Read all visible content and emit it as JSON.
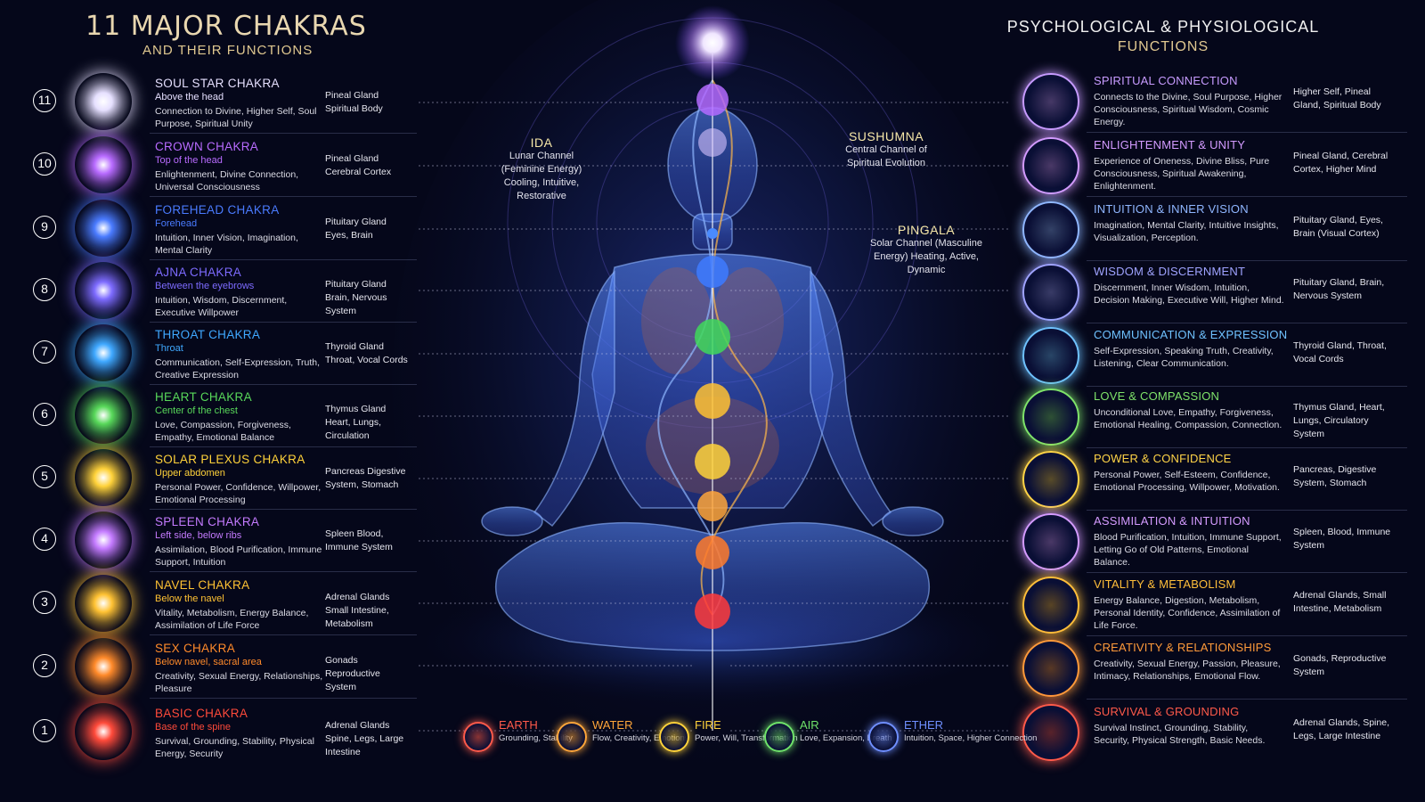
{
  "title": {
    "main": "11 MAJOR CHAKRAS",
    "sub": "AND THEIR FUNCTIONS"
  },
  "right_panel": {
    "title": "PSYCHOLOGICAL & PHYSIOLOGICAL",
    "subtitle": "FUNCTIONS"
  },
  "chakras": [
    {
      "num": "11",
      "name": "SOUL STAR CHAKRA",
      "location": "Above the head",
      "functions": "Connection to Divine, Higher Self, Soul Purpose, Spiritual Unity",
      "organs": "Pineal Gland Spiritual Body",
      "color": "#e6e0ff",
      "icon": "lotus-star-icon"
    },
    {
      "num": "10",
      "name": "CROWN CHAKRA",
      "location": "Top of the head",
      "functions": "Enlightenment, Divine Connection, Universal Consciousness",
      "organs": "Pineal Gland Cerebral Cortex",
      "color": "#b86bff",
      "icon": "crown-chakra-icon"
    },
    {
      "num": "9",
      "name": "FOREHEAD CHAKRA",
      "location": "Forehead",
      "functions": "Intuition, Inner Vision, Imagination, Mental Clarity",
      "organs": "Pituitary Gland Eyes, Brain",
      "color": "#4a7bff",
      "icon": "eye-chakra-icon"
    },
    {
      "num": "8",
      "name": "AJNA CHAKRA",
      "location": "Between the eyebrows",
      "functions": "Intuition, Wisdom, Discernment, Executive Willpower",
      "organs": "Pituitary Gland Brain, Nervous System",
      "color": "#7d6bff",
      "icon": "third-eye-icon"
    },
    {
      "num": "7",
      "name": "THROAT CHAKRA",
      "location": "Throat",
      "functions": "Communication, Self-Expression, Truth, Creative Expression",
      "organs": "Thyroid Gland Throat, Vocal Cords",
      "color": "#3fa8ff",
      "icon": "throat-chakra-icon"
    },
    {
      "num": "6",
      "name": "HEART CHAKRA",
      "location": "Center of the chest",
      "functions": "Love, Compassion, Forgiveness, Empathy, Emotional Balance",
      "organs": "Thymus Gland Heart, Lungs, Circulation",
      "color": "#58d85a",
      "icon": "heart-chakra-icon"
    },
    {
      "num": "5",
      "name": "SOLAR PLEXUS CHAKRA",
      "location": "Upper abdomen",
      "functions": "Personal Power, Confidence, Willpower, Emotional Processing",
      "organs": "Pancreas Digestive System, Stomach",
      "color": "#ffd23a",
      "icon": "solar-plexus-icon"
    },
    {
      "num": "4",
      "name": "SPLEEN CHAKRA",
      "location": "Left side, below ribs",
      "functions": "Assimilation, Blood Purification, Immune Support, Intuition",
      "organs": "Spleen Blood, Immune System",
      "color": "#c47bff",
      "icon": "spleen-chakra-icon"
    },
    {
      "num": "3",
      "name": "NAVEL CHAKRA",
      "location": "Below the navel",
      "functions": "Vitality, Metabolism, Energy Balance, Assimilation of Life Force",
      "organs": "Adrenal Glands Small Intestine, Metabolism",
      "color": "#ffc233",
      "icon": "navel-chakra-icon"
    },
    {
      "num": "2",
      "name": "SEX CHAKRA",
      "location": "Below navel, sacral area",
      "functions": "Creativity, Sexual Energy, Relationships, Pleasure",
      "organs": "Gonads Reproductive System",
      "color": "#ff8a2a",
      "icon": "sacral-chakra-icon"
    },
    {
      "num": "1",
      "name": "BASIC CHAKRA",
      "location": "Base of the spine",
      "functions": "Survival, Grounding, Stability, Physical Energy, Security",
      "organs": "Adrenal Glands Spine, Legs, Large Intestine",
      "color": "#ff4a3a",
      "icon": "root-chakra-icon"
    }
  ],
  "functions": [
    {
      "name": "SPIRITUAL CONNECTION",
      "desc": "Connects to the Divine, Soul Purpose, Higher Consciousness, Spiritual Wisdom, Cosmic Energy.",
      "organs": "Higher Self, Pineal Gland, Spiritual Body",
      "color": "#c79bff",
      "icon": "meditating-figure-icon"
    },
    {
      "name": "ENLIGHTENMENT & UNITY",
      "desc": "Experience of Oneness, Divine Bliss, Pure Consciousness, Spiritual Awakening, Enlightenment.",
      "organs": "Pineal Gland, Cerebral Cortex, Higher Mind",
      "color": "#d39bff",
      "icon": "lotus-icon"
    },
    {
      "name": "INTUITION & INNER VISION",
      "desc": "Imagination, Mental Clarity, Intuitive Insights, Visualization, Perception.",
      "organs": "Pituitary Gland, Eyes, Brain (Visual Cortex)",
      "color": "#8fb6ff",
      "icon": "eye-icon"
    },
    {
      "name": "WISDOM & DISCERNMENT",
      "desc": "Discernment, Inner Wisdom, Intuition, Decision Making, Executive Will, Higher Mind.",
      "organs": "Pituitary Gland, Brain, Nervous System",
      "color": "#9fa3ff",
      "icon": "seated-figure-icon"
    },
    {
      "name": "COMMUNICATION & EXPRESSION",
      "desc": "Self-Expression, Speaking Truth, Creativity, Listening, Clear Communication.",
      "organs": "Thyroid Gland, Throat, Vocal Cords",
      "color": "#6fc2ff",
      "icon": "head-profile-icon"
    },
    {
      "name": "LOVE & COMPASSION",
      "desc": "Unconditional Love, Empathy, Forgiveness, Emotional Healing, Compassion, Connection.",
      "organs": "Thymus Gland, Heart, Lungs, Circulatory System",
      "color": "#7fe36a",
      "icon": "heart-icon"
    },
    {
      "name": "POWER & CONFIDENCE",
      "desc": "Personal Power, Self-Esteem, Confidence, Emotional Processing, Willpower, Motivation.",
      "organs": "Pancreas, Digestive System, Stomach",
      "color": "#ffd447",
      "icon": "sun-icon"
    },
    {
      "name": "ASSIMILATION & INTUITION",
      "desc": "Blood Purification, Intuition, Immune Support, Letting Go of Old Patterns, Emotional Balance.",
      "organs": "Spleen, Blood, Immune System",
      "color": "#d49bff",
      "icon": "drop-icon"
    },
    {
      "name": "VITALITY & METABOLISM",
      "desc": "Energy Balance, Digestion, Metabolism, Personal Identity, Confidence, Assimilation of Life Force.",
      "organs": "Adrenal Glands, Small Intestine, Metabolism",
      "color": "#ffbe3a",
      "icon": "spiral-icon"
    },
    {
      "name": "CREATIVITY & RELATIONSHIPS",
      "desc": "Creativity, Sexual Energy, Passion, Pleasure, Intimacy, Relationships, Emotional Flow.",
      "organs": "Gonads, Reproductive System",
      "color": "#ff9a3a",
      "icon": "circles-icon"
    },
    {
      "name": "SURVIVAL & GROUNDING",
      "desc": "Survival Instinct, Grounding, Stability, Security, Physical Strength, Basic Needs.",
      "organs": "Adrenal Glands, Spine, Legs, Large Intestine",
      "color": "#ff5a4a",
      "icon": "shield-icon"
    }
  ],
  "channels": {
    "ida": {
      "title": "IDA",
      "desc": "Lunar Channel (Feminine Energy) Cooling, Intuitive, Restorative"
    },
    "sushumna": {
      "title": "SUSHUMNA",
      "desc": "Central Channel of Spiritual Evolution"
    },
    "pingala": {
      "title": "PINGALA",
      "desc": "Solar Channel (Masculine Energy) Heating, Active, Dynamic"
    }
  },
  "elements": [
    {
      "name": "EARTH",
      "desc": "Grounding, Stability",
      "color": "#ff5a4a",
      "icon": "earth-element-icon"
    },
    {
      "name": "WATER",
      "desc": "Flow, Creativity, Emotions",
      "color": "#ffa63a",
      "icon": "water-element-icon"
    },
    {
      "name": "FIRE",
      "desc": "Power, Will, Transformation",
      "color": "#ffd23a",
      "icon": "fire-element-icon"
    },
    {
      "name": "AIR",
      "desc": "Love, Expansion, Breath",
      "color": "#6fe36a",
      "icon": "air-element-icon"
    },
    {
      "name": "ETHER",
      "desc": "Intuition, Space, Higher Connection",
      "color": "#6f8fff",
      "icon": "ether-element-icon"
    }
  ]
}
